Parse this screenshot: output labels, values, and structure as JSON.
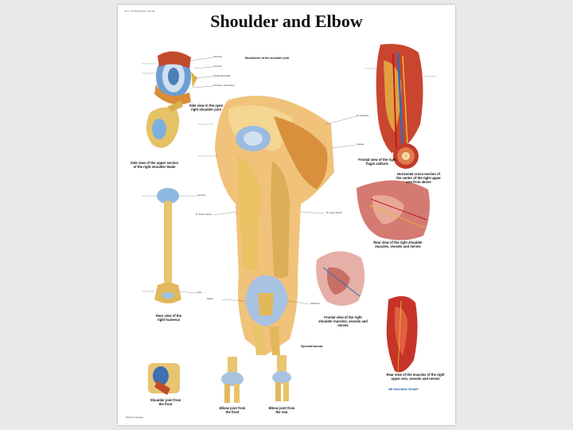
{
  "poster": {
    "code": "VR 1 715 BOHASUV 020 RE",
    "title": "Shoulder and Elbow",
    "mechanism_heading": "Mechanism of the shoulder joint",
    "bursae_heading": "Synovial bursae",
    "publisher": "3B Scientific GmbH",
    "printed": "Printed in Germany",
    "captions": {
      "side_open": "Side view in the open right shoulder joint",
      "side_blade": "Side view of the upper section of the right shoulder blade",
      "humerus": "Rear view of the right humerus",
      "axilla": "Frontal view of the right flagin axillaris",
      "cross": "Horizontal cross-section of the center of the right upper arm from above",
      "rear_muscles": "Rear view of the right shoulder muscles, vessels and nerves",
      "frontal_muscles": "Frontal view of the right shoulder muscles, vessels and nerves",
      "rear_arm": "Rear view of the muscles of the right upper arm, vessels and nerves",
      "shoulder_front": "Shoulder joint from the front",
      "elbow_front": "Elbow joint from the front",
      "elbow_rear": "Elbow joint from the rear"
    },
    "labels": {
      "clavicle": "Clavicula",
      "scapula": "Scapula",
      "acromion": "Acromion",
      "humerus": "Humerus",
      "deltoid": "M. deltoideus",
      "biceps": "M. biceps brachii",
      "triceps": "M. triceps brachii",
      "olecranon": "Olecranon",
      "radius": "Radius",
      "ulna": "Ulna",
      "coracoid": "Processus coracoideus",
      "glenoid": "Cavitas glenoidalis"
    }
  }
}
